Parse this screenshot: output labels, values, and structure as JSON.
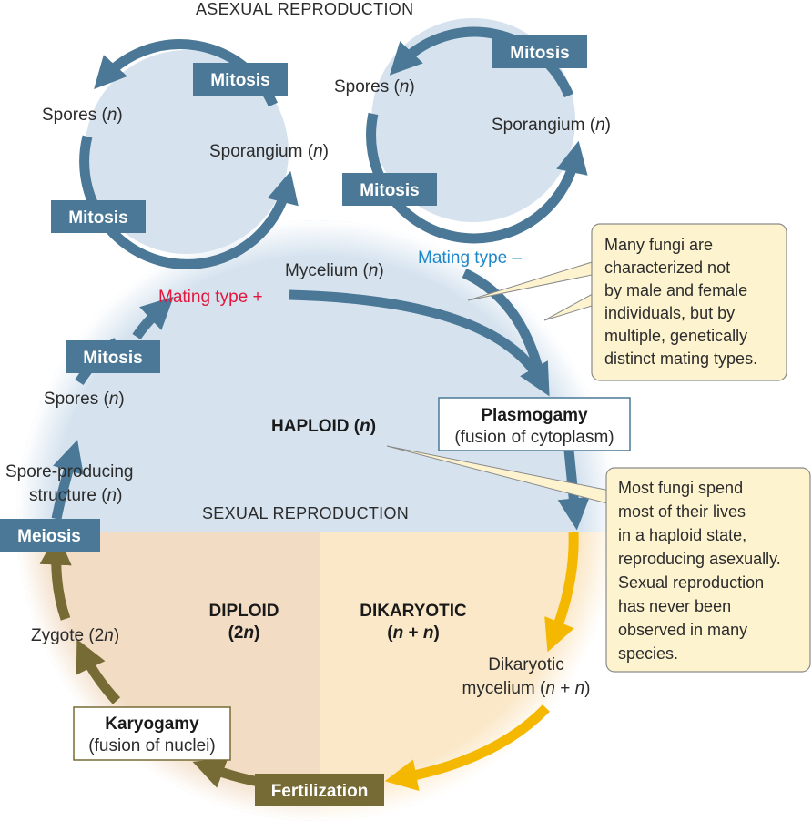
{
  "titles": {
    "asexual": "ASEXUAL REPRODUCTION",
    "sexual": "SEXUAL REPRODUCTION"
  },
  "asexual_left": {
    "spores_prefix": "Spores (",
    "spores_n": "n",
    "spores_suffix": ")",
    "sporangium_prefix": "Sporangium (",
    "sporangium_n": "n",
    "sporangium_suffix": ")",
    "mitosis_top": "Mitosis",
    "mitosis_bottom": "Mitosis"
  },
  "asexual_right": {
    "spores_prefix": "Spores (",
    "spores_n": "n",
    "spores_suffix": ")",
    "sporangium_prefix": "Sporangium (",
    "sporangium_n": "n",
    "sporangium_suffix": ")",
    "mitosis_top": "Mitosis",
    "mitosis_bottom": "Mitosis"
  },
  "sexual": {
    "mycelium_prefix": "Mycelium (",
    "mycelium_n": "n",
    "mycelium_suffix": ")",
    "mating_plus": "Mating type +",
    "mating_minus": "Mating type –",
    "mitosis": "Mitosis",
    "spores_prefix": "Spores (",
    "spores_n": "n",
    "spores_suffix": ")",
    "spore_struct_line1": "Spore-producing",
    "spore_struct_line2_prefix": "structure (",
    "spore_struct_n": "n",
    "spore_struct_suffix": ")",
    "meiosis": "Meiosis",
    "zygote_prefix": "Zygote (2",
    "zygote_n": "n",
    "zygote_suffix": ")",
    "karyogamy_title": "Karyogamy",
    "karyogamy_sub": "(fusion of nuclei)",
    "fertilization": "Fertilization",
    "plasmogamy_title": "Plasmogamy",
    "plasmogamy_sub": "(fusion of cytoplasm)",
    "dikaryotic_myc_line1": "Dikaryotic",
    "dikaryotic_myc_line2_prefix": "mycelium (",
    "dikaryotic_myc_n1": "n",
    "dikaryotic_myc_plus": " + ",
    "dikaryotic_myc_n2": "n",
    "dikaryotic_myc_suffix": ")"
  },
  "regions": {
    "haploid_prefix": "HAPLOID (",
    "haploid_n": "n",
    "haploid_suffix": ")",
    "diploid_line1": "DIPLOID",
    "diploid_line2_prefix": "(2",
    "diploid_line2_n": "n",
    "diploid_line2_suffix": ")",
    "dikaryotic_line1": "DIKARYOTIC",
    "dikaryotic_line2_prefix": "(",
    "dikaryotic_line2_n1": "n",
    "dikaryotic_line2_plus": " + ",
    "dikaryotic_line2_n2": "n",
    "dikaryotic_line2_suffix": ")"
  },
  "callouts": {
    "mating_note": [
      "Many fungi are",
      "characterized not",
      "by male and female",
      "individuals, but by",
      "multiple, genetically",
      "distinct mating types."
    ],
    "haploid_note": [
      "Most fungi spend",
      "most of their lives",
      "in a haploid state,",
      "reproducing asexually.",
      "Sexual reproduction",
      "has never been",
      "observed in many",
      "species."
    ]
  },
  "colors": {
    "haploid_fill": "#d6e3ef",
    "diploid_fill": "#f2dcc4",
    "dikaryotic_fill": "#fbe8c8",
    "mitosis_arrow": "#4a7896",
    "dikaryotic_arrow": "#f5b800",
    "diploid_arrow": "#776b35",
    "label_box_blue": "#4a7896",
    "label_box_olive": "#776b35",
    "note_fill": "#fdf3cf",
    "red_text": "#e3173d",
    "blue_text": "#1e88c8"
  }
}
